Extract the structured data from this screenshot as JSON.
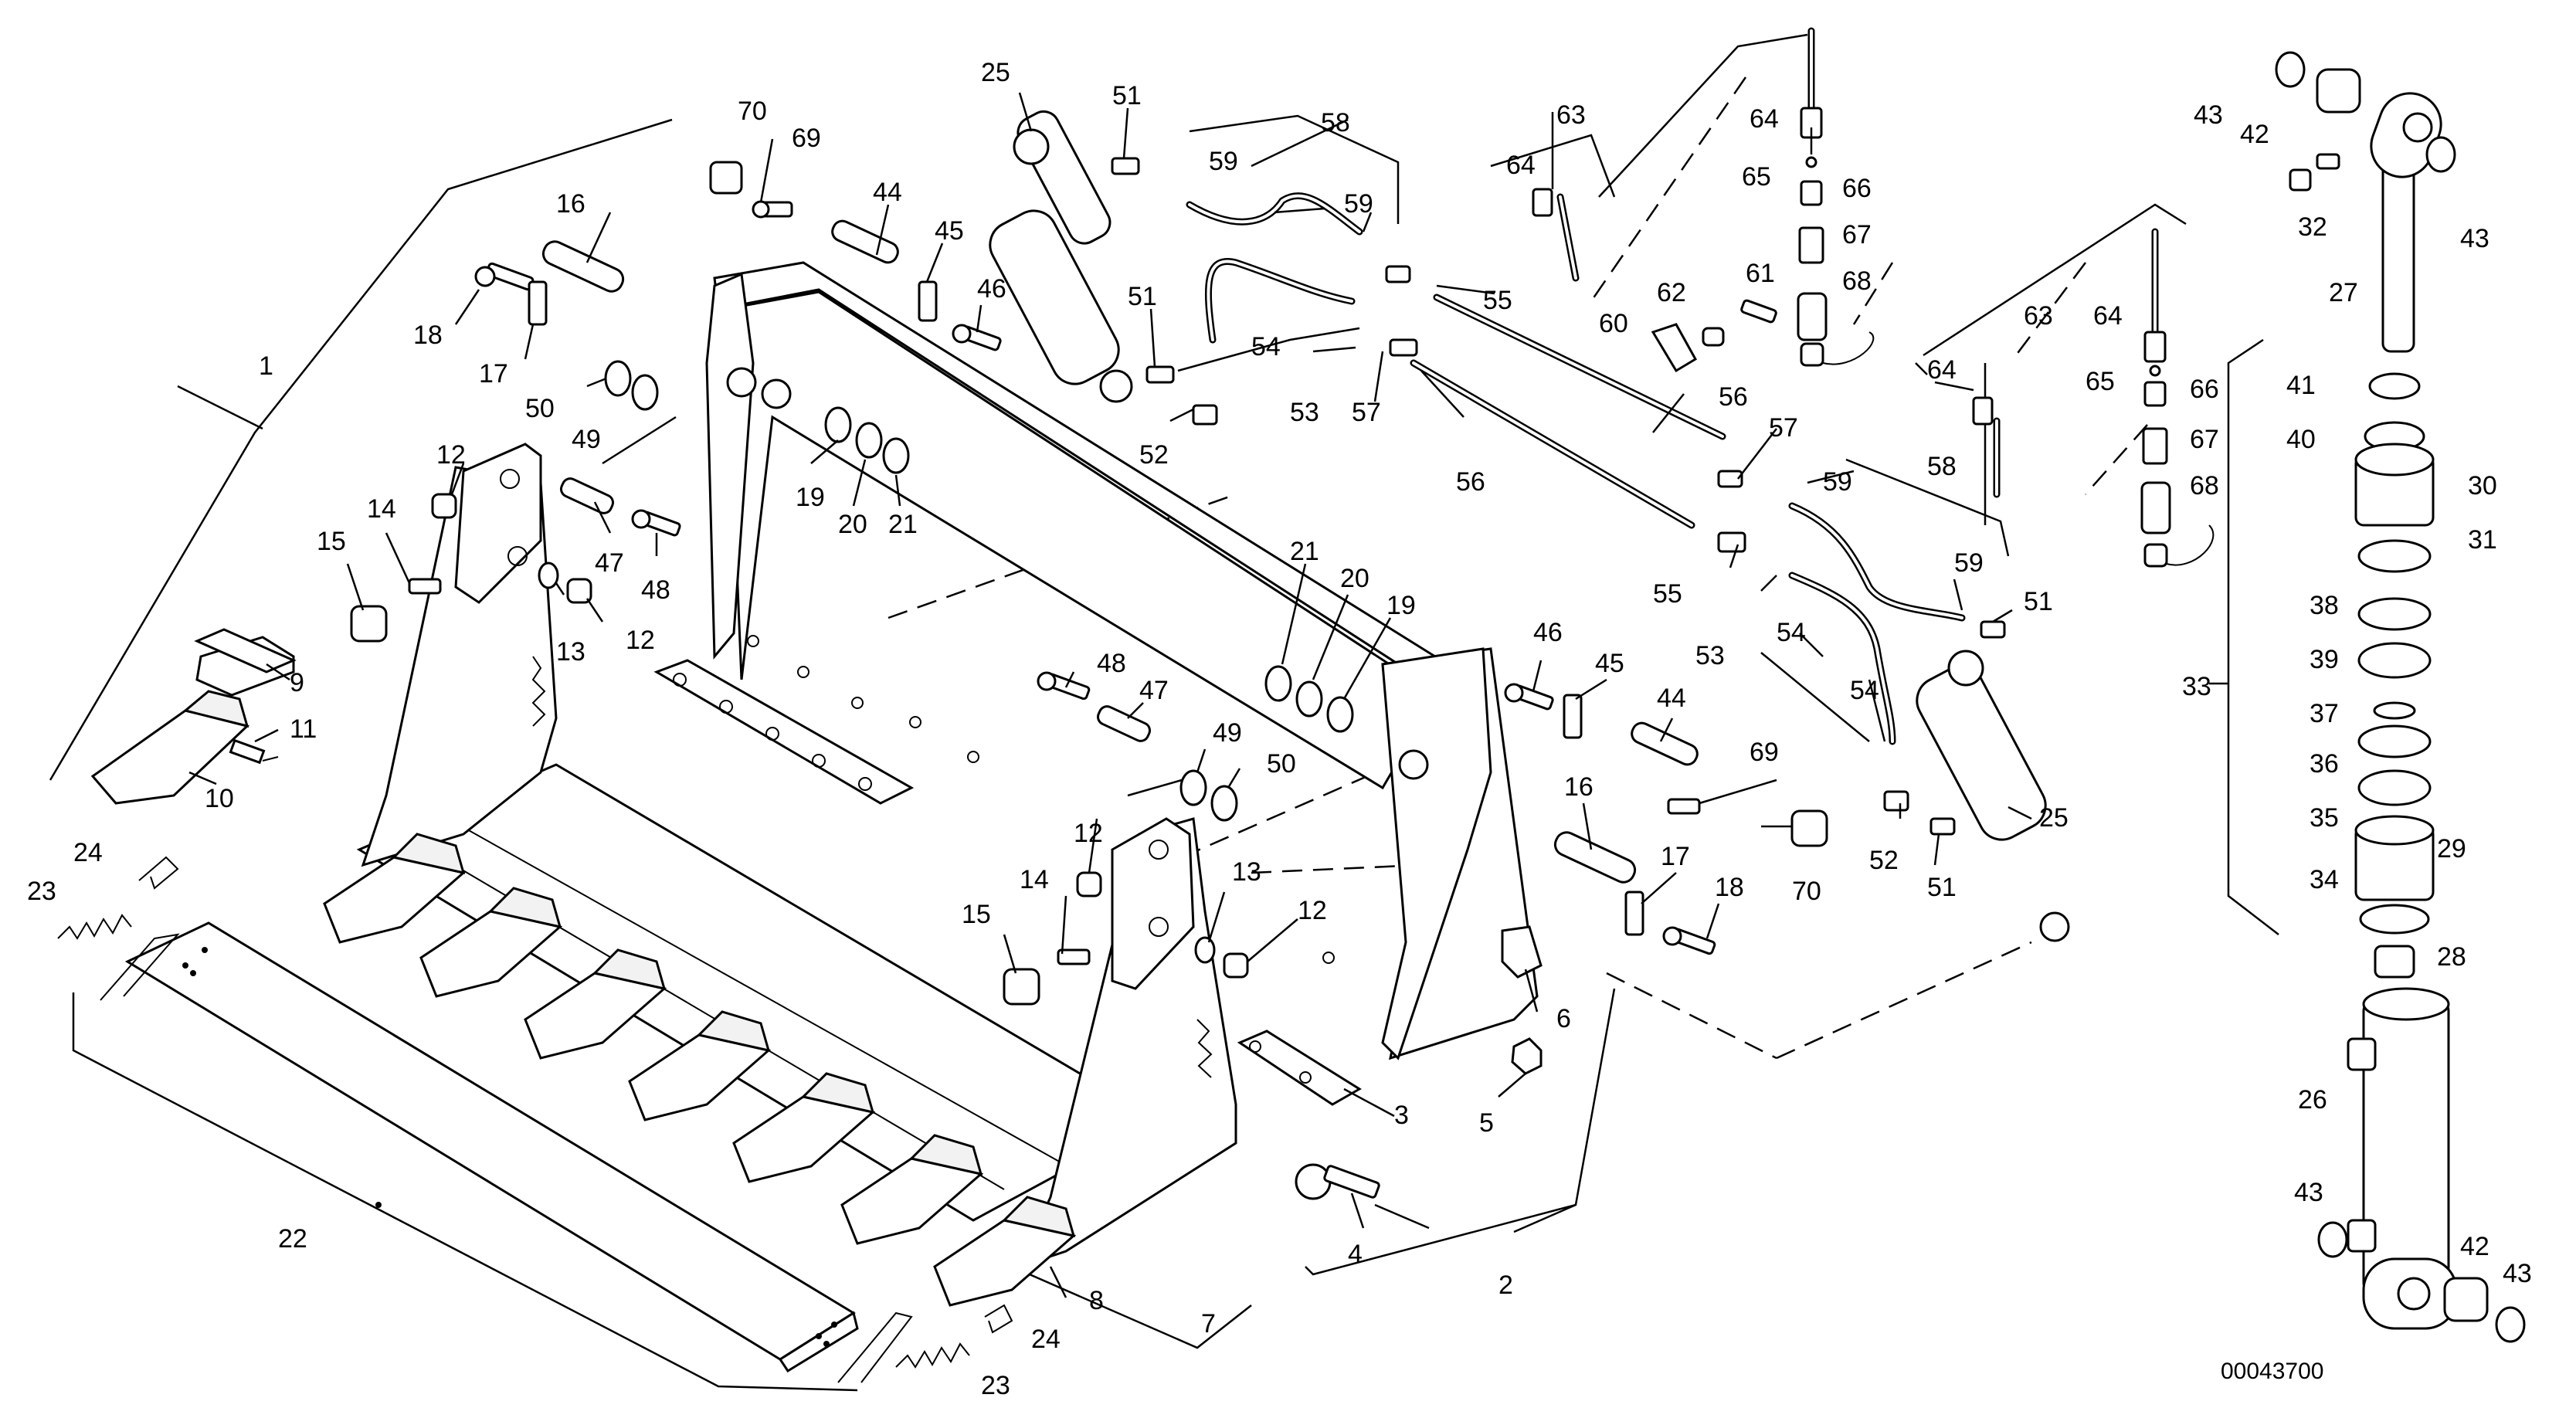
{
  "drawing_number": "00043700",
  "callouts": [
    {
      "id": "c1",
      "text": "1"
    },
    {
      "id": "c2",
      "text": "2"
    },
    {
      "id": "c3",
      "text": "3"
    },
    {
      "id": "c4",
      "text": "4"
    },
    {
      "id": "c5",
      "text": "5"
    },
    {
      "id": "c6",
      "text": "6"
    },
    {
      "id": "c7",
      "text": "7"
    },
    {
      "id": "c8",
      "text": "8"
    },
    {
      "id": "c9",
      "text": "9"
    },
    {
      "id": "c10",
      "text": "10"
    },
    {
      "id": "c11",
      "text": "11"
    },
    {
      "id": "c12a",
      "text": "12"
    },
    {
      "id": "c12b",
      "text": "12"
    },
    {
      "id": "c12c",
      "text": "12"
    },
    {
      "id": "c12d",
      "text": "12"
    },
    {
      "id": "c13a",
      "text": "13"
    },
    {
      "id": "c13b",
      "text": "13"
    },
    {
      "id": "c14a",
      "text": "14"
    },
    {
      "id": "c14b",
      "text": "14"
    },
    {
      "id": "c15a",
      "text": "15"
    },
    {
      "id": "c15b",
      "text": "15"
    },
    {
      "id": "c16a",
      "text": "16"
    },
    {
      "id": "c16b",
      "text": "16"
    },
    {
      "id": "c17a",
      "text": "17"
    },
    {
      "id": "c17b",
      "text": "17"
    },
    {
      "id": "c18a",
      "text": "18"
    },
    {
      "id": "c18b",
      "text": "18"
    },
    {
      "id": "c19a",
      "text": "19"
    },
    {
      "id": "c19b",
      "text": "19"
    },
    {
      "id": "c20a",
      "text": "20"
    },
    {
      "id": "c20b",
      "text": "20"
    },
    {
      "id": "c21a",
      "text": "21"
    },
    {
      "id": "c21b",
      "text": "21"
    },
    {
      "id": "c22",
      "text": "22"
    },
    {
      "id": "c23a",
      "text": "23"
    },
    {
      "id": "c23b",
      "text": "23"
    },
    {
      "id": "c24a",
      "text": "24"
    },
    {
      "id": "c24b",
      "text": "24"
    },
    {
      "id": "c25a",
      "text": "25"
    },
    {
      "id": "c25b",
      "text": "25"
    },
    {
      "id": "c26",
      "text": "26"
    },
    {
      "id": "c27",
      "text": "27"
    },
    {
      "id": "c28",
      "text": "28"
    },
    {
      "id": "c29",
      "text": "29"
    },
    {
      "id": "c30",
      "text": "30"
    },
    {
      "id": "c31",
      "text": "31"
    },
    {
      "id": "c32",
      "text": "32"
    },
    {
      "id": "c33",
      "text": "33"
    },
    {
      "id": "c34",
      "text": "34"
    },
    {
      "id": "c35",
      "text": "35"
    },
    {
      "id": "c36",
      "text": "36"
    },
    {
      "id": "c37",
      "text": "37"
    },
    {
      "id": "c38",
      "text": "38"
    },
    {
      "id": "c39",
      "text": "39"
    },
    {
      "id": "c40",
      "text": "40"
    },
    {
      "id": "c41",
      "text": "41"
    },
    {
      "id": "c42a",
      "text": "42"
    },
    {
      "id": "c42b",
      "text": "42"
    },
    {
      "id": "c43a",
      "text": "43"
    },
    {
      "id": "c43b",
      "text": "43"
    },
    {
      "id": "c43c",
      "text": "43"
    },
    {
      "id": "c43d",
      "text": "43"
    },
    {
      "id": "c44a",
      "text": "44"
    },
    {
      "id": "c44b",
      "text": "44"
    },
    {
      "id": "c45a",
      "text": "45"
    },
    {
      "id": "c45b",
      "text": "45"
    },
    {
      "id": "c46a",
      "text": "46"
    },
    {
      "id": "c46b",
      "text": "46"
    },
    {
      "id": "c47a",
      "text": "47"
    },
    {
      "id": "c47b",
      "text": "47"
    },
    {
      "id": "c48a",
      "text": "48"
    },
    {
      "id": "c48b",
      "text": "48"
    },
    {
      "id": "c49a",
      "text": "49"
    },
    {
      "id": "c49b",
      "text": "49"
    },
    {
      "id": "c50a",
      "text": "50"
    },
    {
      "id": "c50b",
      "text": "50"
    },
    {
      "id": "c51a",
      "text": "51"
    },
    {
      "id": "c51b",
      "text": "51"
    },
    {
      "id": "c51c",
      "text": "51"
    },
    {
      "id": "c51d",
      "text": "51"
    },
    {
      "id": "c52a",
      "text": "52"
    },
    {
      "id": "c52b",
      "text": "52"
    },
    {
      "id": "c53a",
      "text": "53"
    },
    {
      "id": "c53b",
      "text": "53"
    },
    {
      "id": "c54a",
      "text": "54"
    },
    {
      "id": "c54b",
      "text": "54"
    },
    {
      "id": "c54c",
      "text": "54"
    },
    {
      "id": "c55a",
      "text": "55"
    },
    {
      "id": "c55b",
      "text": "55"
    },
    {
      "id": "c56a",
      "text": "56"
    },
    {
      "id": "c56b",
      "text": "56"
    },
    {
      "id": "c57a",
      "text": "57"
    },
    {
      "id": "c57b",
      "text": "57"
    },
    {
      "id": "c58a",
      "text": "58"
    },
    {
      "id": "c58b",
      "text": "58"
    },
    {
      "id": "c59a",
      "text": "59"
    },
    {
      "id": "c59b",
      "text": "59"
    },
    {
      "id": "c59c",
      "text": "59"
    },
    {
      "id": "c59d",
      "text": "59"
    },
    {
      "id": "c60",
      "text": "60"
    },
    {
      "id": "c61",
      "text": "61"
    },
    {
      "id": "c62",
      "text": "62"
    },
    {
      "id": "c63a",
      "text": "63"
    },
    {
      "id": "c63b",
      "text": "63"
    },
    {
      "id": "c64a",
      "text": "64"
    },
    {
      "id": "c64b",
      "text": "64"
    },
    {
      "id": "c64c",
      "text": "64"
    },
    {
      "id": "c64d",
      "text": "64"
    },
    {
      "id": "c65a",
      "text": "65"
    },
    {
      "id": "c65b",
      "text": "65"
    },
    {
      "id": "c66a",
      "text": "66"
    },
    {
      "id": "c66b",
      "text": "66"
    },
    {
      "id": "c67a",
      "text": "67"
    },
    {
      "id": "c67b",
      "text": "67"
    },
    {
      "id": "c68a",
      "text": "68"
    },
    {
      "id": "c68b",
      "text": "68"
    },
    {
      "id": "c69a",
      "text": "69"
    },
    {
      "id": "c69b",
      "text": "69"
    },
    {
      "id": "c70a",
      "text": "70"
    },
    {
      "id": "c70b",
      "text": "70"
    }
  ]
}
